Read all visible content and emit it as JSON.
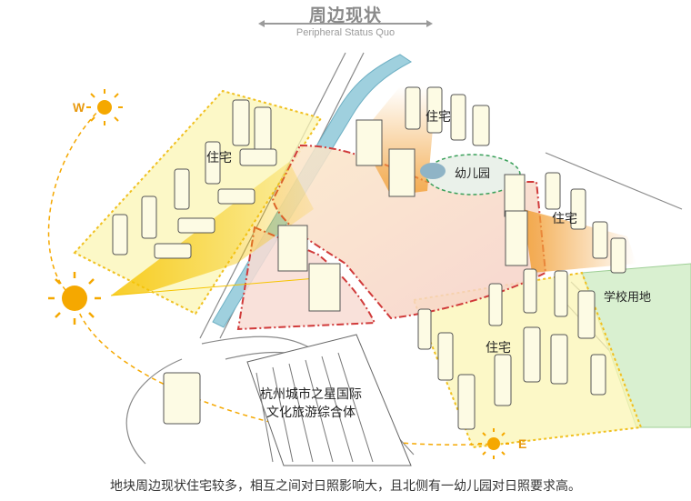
{
  "header": {
    "title": "周边现状",
    "subtitle": "Peripheral Status Quo"
  },
  "labels": {
    "residential_west": "住宅",
    "residential_north": "住宅",
    "kindergarten": "幼儿园",
    "residential_east": "住宅",
    "school_land": "学校用地",
    "residential_south": "住宅",
    "complex_line1": "杭州城市之星国际",
    "complex_line2": "文化旅游综合体",
    "dir_west": "W",
    "dir_east": "E"
  },
  "caption": "地块周边现状住宅较多，相互之间对日照影响大，且北侧有一幼儿园对日照要求高。",
  "colors": {
    "sun": "#f5a800",
    "residential_zone_fill": "#fbf6b4",
    "zone_border": "#f0c020",
    "site_fill": "#f8dcd4",
    "site_border": "#d03a3a",
    "school_fill": "#d9f0d0",
    "river": "#9fd0de",
    "road": "#7a7a7a",
    "building_fill": "#fdfbe4",
    "building_stroke": "#555555",
    "shadow": "#f2a23a"
  },
  "icons": [
    "sun-icon-west",
    "sun-icon-main",
    "sun-icon-east"
  ]
}
